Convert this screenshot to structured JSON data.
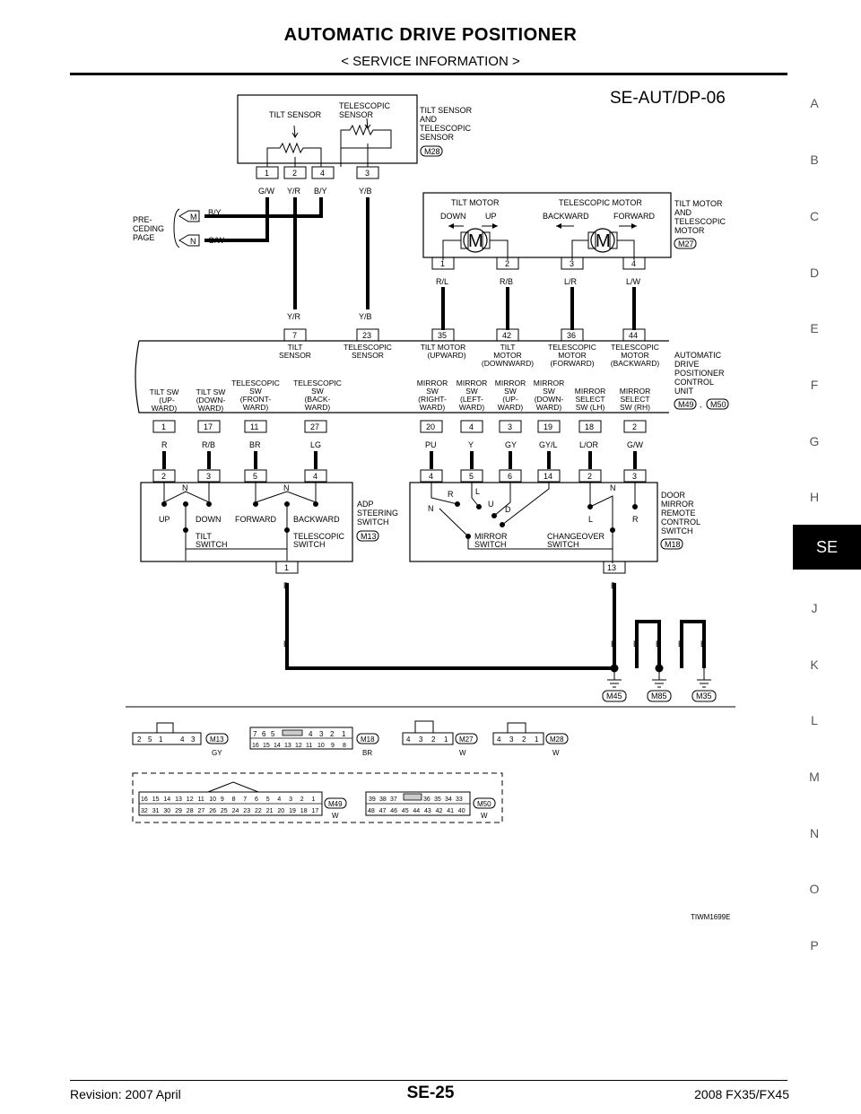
{
  "header": {
    "title": "AUTOMATIC DRIVE POSITIONER",
    "section": "< SERVICE INFORMATION >"
  },
  "side_index": {
    "letters": [
      "A",
      "B",
      "C",
      "D",
      "E",
      "F",
      "G",
      "H",
      "SE",
      "J",
      "K",
      "L",
      "M",
      "N",
      "O",
      "P"
    ],
    "active": "SE"
  },
  "diagram": {
    "code": "SE-AUT/DP-06",
    "figure_id": "TIWM1699E",
    "tilt_sensor": {
      "tilt_label": "TILT SENSOR",
      "tele_label": [
        "TELESCOPIC",
        "SENSOR"
      ],
      "name": [
        "TILT SENSOR",
        "AND",
        "TELESCOPIC",
        "SENSOR"
      ],
      "connector": "M28",
      "pins": [
        "1",
        "2",
        "4",
        "3"
      ],
      "wires": [
        "G/W",
        "Y/R",
        "B/Y",
        "Y/B"
      ]
    },
    "preceding": {
      "label": [
        "PRE-",
        "CEDING",
        "PAGE"
      ],
      "links": [
        {
          "id": "M",
          "wire": "B/Y"
        },
        {
          "id": "N",
          "wire": "G/W"
        }
      ]
    },
    "motor": {
      "tilt_label": "TILT MOTOR",
      "tele_label": "TELESCOPIC MOTOR",
      "dirs": [
        "DOWN",
        "UP",
        "BACKWARD",
        "FORWARD"
      ],
      "symbol": "M",
      "name": [
        "TILT MOTOR",
        "AND",
        "TELESCOPIC",
        "MOTOR"
      ],
      "connector": "M27",
      "pins": [
        "1",
        "2",
        "3",
        "4"
      ],
      "wires": [
        "R/L",
        "R/B",
        "L/R",
        "L/W"
      ]
    },
    "unit": {
      "name": [
        "AUTOMATIC",
        "DRIVE",
        "POSITIONER",
        "CONTROL",
        "UNIT"
      ],
      "connectors": [
        "M49",
        "M50"
      ],
      "connector_sep": ",",
      "top_wires": [
        "Y/R",
        "Y/B"
      ],
      "top_pins": [
        "7",
        "23",
        "35",
        "42",
        "36",
        "44"
      ],
      "top_labels": [
        [
          "TILT",
          "SENSOR"
        ],
        [
          "TELESCOPIC",
          "SENSOR"
        ],
        [
          "TILT MOTOR",
          "(UPWARD)"
        ],
        [
          "TILT",
          "MOTOR",
          "(DOWNWARD)"
        ],
        [
          "TELESCOPIC",
          "MOTOR",
          "(FORWARD)"
        ],
        [
          "TELESCOPIC",
          "MOTOR",
          "(BACKWARD)"
        ]
      ],
      "bottom_labels": [
        [
          "TILT SW",
          "(UP-",
          "WARD)"
        ],
        [
          "TILT SW",
          "(DOWN-",
          "WARD)"
        ],
        [
          "TELESCOPIC",
          "SW",
          "(FRONT-",
          "WARD)"
        ],
        [
          "TELESCOPIC",
          "SW",
          "(BACK-",
          "WARD)"
        ],
        [
          "MIRROR",
          "SW",
          "(RIGHT-",
          "WARD)"
        ],
        [
          "MIRROR",
          "SW",
          "(LEFT-",
          "WARD)"
        ],
        [
          "MIRROR",
          "SW",
          "(UP-",
          "WARD)"
        ],
        [
          "MIRROR",
          "SW",
          "(DOWN-",
          "WARD)"
        ],
        [
          "MIRROR",
          "SELECT",
          "SW (LH)"
        ],
        [
          "MIRROR",
          "SELECT",
          "SW (RH)"
        ]
      ],
      "bottom_pins": [
        "1",
        "17",
        "11",
        "27",
        "20",
        "4",
        "3",
        "19",
        "18",
        "2"
      ],
      "bottom_wires": [
        "R",
        "R/B",
        "BR",
        "LG",
        "PU",
        "Y",
        "GY",
        "GY/L",
        "L/OR",
        "G/W"
      ]
    },
    "adp_switch": {
      "name": [
        "ADP",
        "STEERING",
        "SWITCH"
      ],
      "connector": "M13",
      "pins": [
        "2",
        "3",
        "5",
        "4"
      ],
      "labels": [
        "UP",
        "DOWN",
        "FORWARD",
        "BACKWARD"
      ],
      "tilt_switch": [
        "TILT",
        "SWITCH"
      ],
      "tele_switch": [
        "TELESCOPIC",
        "SWITCH"
      ],
      "n": "N",
      "gnd_pin": "1",
      "gnd_wire": "B"
    },
    "mirror_switch": {
      "name": [
        "DOOR",
        "MIRROR",
        "REMOTE",
        "CONTROL",
        "SWITCH"
      ],
      "connector": "M18",
      "pins": [
        "4",
        "5",
        "6",
        "14",
        "2",
        "3"
      ],
      "letters": {
        "R": "R",
        "L": "L",
        "U": "U",
        "D": "D",
        "N": "N",
        "L2": "L",
        "R2": "R",
        "N2": "N"
      },
      "mirror_switch_label": [
        "MIRROR",
        "SWITCH"
      ],
      "changeover_label": [
        "CHANGEOVER",
        "SWITCH"
      ],
      "gnd_pin": "13",
      "gnd_wire": "B"
    },
    "ground": {
      "wire": "B",
      "points": [
        "M45",
        "M85",
        "M35"
      ]
    },
    "connector_views": {
      "m13": {
        "id": "M13",
        "color": "GY",
        "pins": [
          "2",
          "5",
          "1",
          "4",
          "3"
        ]
      },
      "m18": {
        "id": "M18",
        "color": "BR",
        "row1": [
          "7",
          "6",
          "5",
          "4",
          "3",
          "2",
          "1"
        ],
        "row2": [
          "16",
          "15",
          "14",
          "13",
          "12",
          "11",
          "10",
          "9",
          "8"
        ]
      },
      "m27": {
        "id": "M27",
        "color": "W",
        "pins": [
          "4",
          "3",
          "2",
          "1"
        ]
      },
      "m28": {
        "id": "M28",
        "color": "W",
        "pins": [
          "4",
          "3",
          "2",
          "1"
        ]
      },
      "m49": {
        "id": "M49",
        "color": "W",
        "row1": [
          "16",
          "15",
          "14",
          "13",
          "12",
          "11",
          "10",
          "9",
          "8",
          "7",
          "6",
          "5",
          "4",
          "3",
          "2",
          "1"
        ],
        "row2": [
          "32",
          "31",
          "30",
          "29",
          "28",
          "27",
          "26",
          "25",
          "24",
          "23",
          "22",
          "21",
          "20",
          "19",
          "18",
          "17"
        ]
      },
      "m50": {
        "id": "M50",
        "color": "W",
        "row1": [
          "39",
          "38",
          "37",
          "36",
          "35",
          "34",
          "33"
        ],
        "row2": [
          "48",
          "47",
          "46",
          "45",
          "44",
          "43",
          "42",
          "41",
          "40"
        ]
      }
    }
  },
  "footer": {
    "revision": "Revision: 2007 April",
    "page": "SE-25",
    "model": "2008 FX35/FX45"
  }
}
